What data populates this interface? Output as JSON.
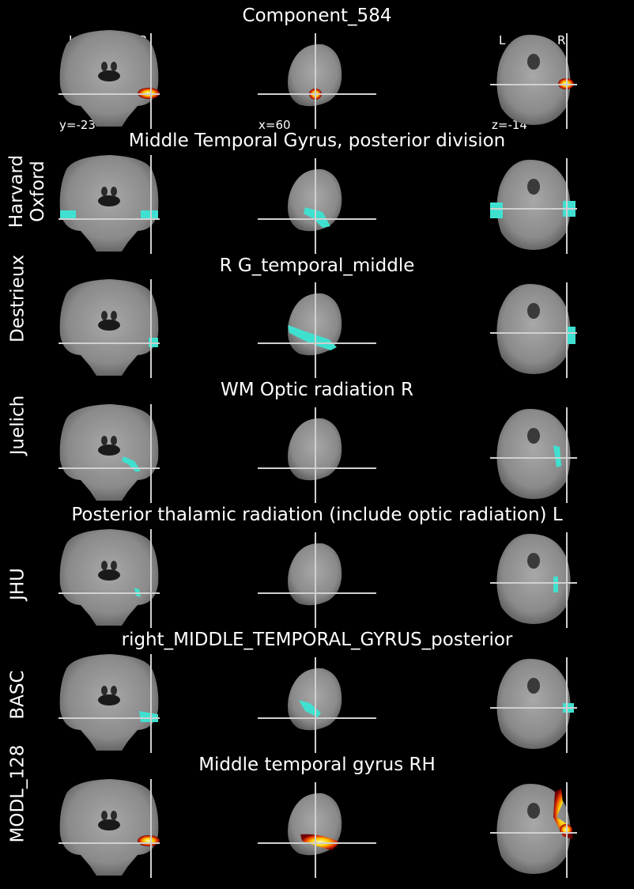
{
  "component": {
    "title": "Component_584",
    "orientation": {
      "left": "L",
      "right": "R"
    },
    "coords": {
      "coronal": "y=-23",
      "sagittal": "x=60",
      "axial": "z=-14"
    }
  },
  "rows": [
    {
      "atlas": "Harvard\nOxford",
      "region": "Middle Temporal Gyrus, posterior division",
      "overlay": "cyan"
    },
    {
      "atlas": "Destrieux",
      "region": "R G_temporal_middle",
      "overlay": "cyan"
    },
    {
      "atlas": "Juelich",
      "region": "WM Optic radiation R",
      "overlay": "cyan"
    },
    {
      "atlas": "JHU",
      "region": "Posterior thalamic radiation (include optic radiation) L",
      "overlay": "cyan"
    },
    {
      "atlas": "BASC",
      "region": "right_MIDDLE_TEMPORAL_GYRUS_posterior",
      "overlay": "cyan"
    },
    {
      "atlas": "MODL_128",
      "region": "Middle temporal gyrus RH",
      "overlay": "hot"
    }
  ],
  "colors": {
    "background": "#000000",
    "overlay_atlas": "#40e0d0",
    "overlay_component": "#ffcc00",
    "crosshair": "#d0d0d0",
    "brain": "#8c8c8c"
  }
}
